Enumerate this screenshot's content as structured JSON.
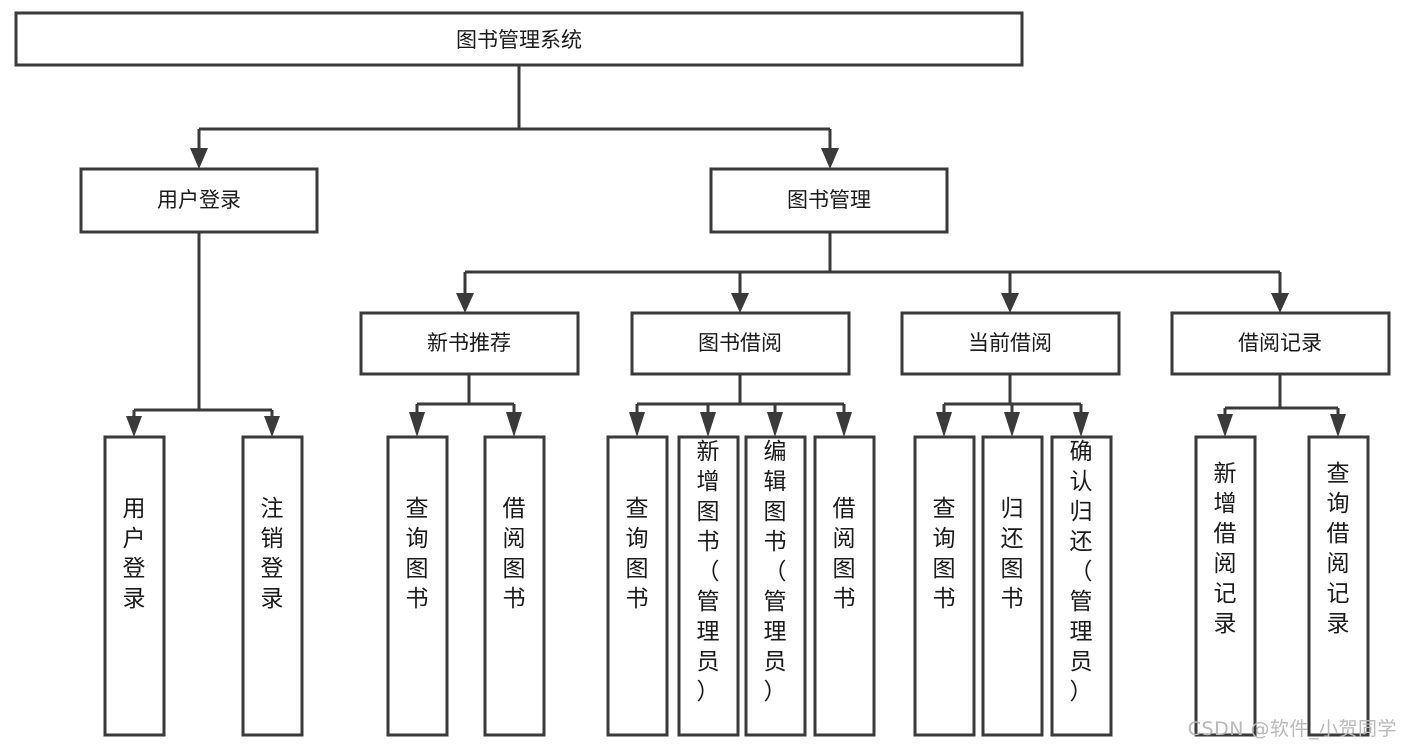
{
  "diagram": {
    "type": "tree-hierarchy",
    "title": "图书管理系统",
    "orientation": "top-down",
    "colors": {
      "box_stroke": "#3a3a3a",
      "box_fill": "#ffffff",
      "connector": "#3a3a3a",
      "text": "#1a1a1a",
      "watermark": "#b9b9b9",
      "background": "#ffffff"
    },
    "root": {
      "label": "图书管理系统"
    },
    "level2": [
      {
        "label": "用户登录"
      },
      {
        "label": "图书管理"
      }
    ],
    "level3": [
      {
        "label": "新书推荐"
      },
      {
        "label": "图书借阅"
      },
      {
        "label": "当前借阅"
      },
      {
        "label": "借阅记录"
      }
    ],
    "leaves": {
      "user_login": [
        {
          "label": "用户登录"
        },
        {
          "label": "注销登录"
        }
      ],
      "new_book": [
        {
          "label": "查询图书"
        },
        {
          "label": "借阅图书"
        }
      ],
      "book_borrow": [
        {
          "label": "查询图书"
        },
        {
          "label": "新增图书（管理员）"
        },
        {
          "label": "编辑图书（管理员）"
        },
        {
          "label": "借阅图书"
        }
      ],
      "current_borrow": [
        {
          "label": "查询图书"
        },
        {
          "label": "归还图书"
        },
        {
          "label": "确认归还（管理员）"
        }
      ],
      "borrow_record": [
        {
          "label": "新增借阅记录"
        },
        {
          "label": "查询借阅记录"
        }
      ]
    }
  },
  "watermark": {
    "text": "CSDN @软件_小贺同学"
  }
}
